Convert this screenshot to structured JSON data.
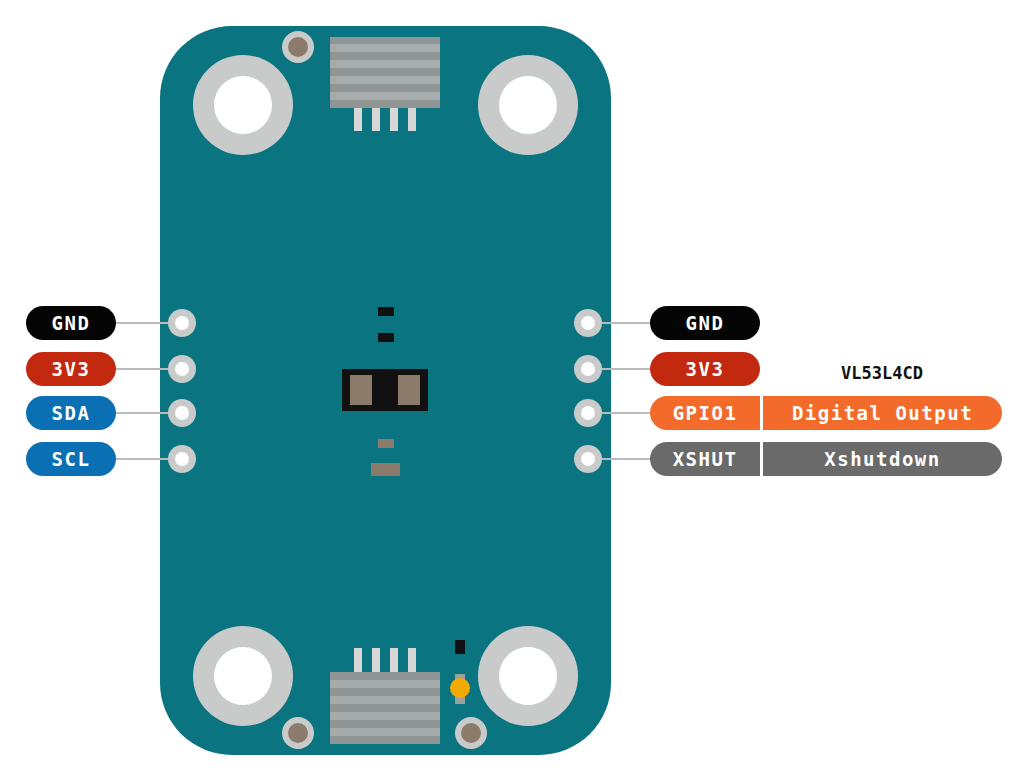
{
  "diagram": {
    "nodes": [
      {
        "text": [
          "GND"
        ]
      },
      {
        "text": [
          "GND"
        ]
      },
      {
        "text": [
          "3V3"
        ]
      },
      {
        "text": [
          "3V3"
        ]
      },
      {
        "text": [
          "SDA"
        ]
      },
      {
        "text": [
          "GPIO1"
        ]
      },
      {
        "text": [
          "Digital Output"
        ]
      },
      {
        "text": [
          "SCL"
        ]
      },
      {
        "text": [
          "XSHUT"
        ]
      },
      {
        "text": [
          "Xshutdown"
        ]
      }
    ],
    "labels": [
      "VL53L4CD"
    ]
  }
}
